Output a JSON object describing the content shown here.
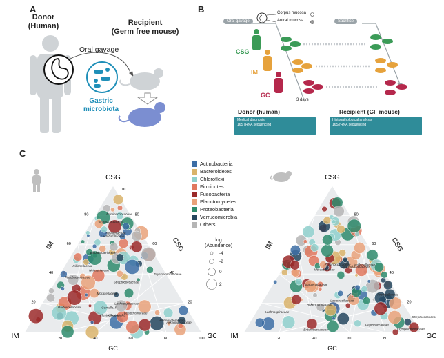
{
  "panelA": {
    "letter": "A",
    "donor": "Donor\n(Human)",
    "recipient": "Recipient\n(Germ free mouse)",
    "oral_gavage": "Oral gavage",
    "gastric": "Gastric\nmicrobiota"
  },
  "panelB": {
    "letter": "B",
    "oral_gavage_pill": "Oral gavage",
    "sacrifice_pill": "Sacrifice",
    "corpus": "Corpus mucosa",
    "antral": "Antral mucosa",
    "csg": "CSG",
    "im": "IM",
    "gc": "GC",
    "days": "3 days",
    "donor_title": "Donor (human)",
    "recipient_title": "Recipient (GF mouse)",
    "donor_box1": "Medical diagnosis",
    "donor_box2": "16S rRNA sequencing",
    "recip_box1": "Histopathological analysis",
    "recip_box2": "16S rRNA sequencing"
  },
  "panelC": {
    "letter": "C",
    "legend": [
      {
        "name": "Actinobacteria",
        "color": "#3d6ea5"
      },
      {
        "name": "Bacteroidetes",
        "color": "#d9b36a"
      },
      {
        "name": "Chloroflexi",
        "color": "#8fd0cc"
      },
      {
        "name": "Firmicutes",
        "color": "#e0785e"
      },
      {
        "name": "Fusobacteria",
        "color": "#9b2a2a"
      },
      {
        "name": "Planctomycetes",
        "color": "#e9a27a"
      },
      {
        "name": "Proteobacteria",
        "color": "#2e8b6c"
      },
      {
        "name": "Verrucomicrobia",
        "color": "#25475e"
      },
      {
        "name": "Others",
        "color": "#b5b5b5"
      }
    ],
    "size_title": "log\n(Abundance)",
    "size_ticks": [
      "-4",
      "-2",
      "0",
      "2"
    ],
    "left": {
      "top": "CSG",
      "bl": "IM",
      "br": "GC",
      "side_left": "IM",
      "side_right": "CSG",
      "bottom": "GC",
      "tick_top": "100",
      "tick_right": [
        "80",
        "60",
        "40",
        "20"
      ],
      "tick_bottom": [
        "20",
        "40",
        "60",
        "80",
        "100"
      ],
      "tick_left": [
        "80",
        "60",
        "40",
        "20"
      ],
      "labels": [
        "Akkermansiaceae",
        "Bifidobacteriaceae",
        "Clostridiales",
        "Erysipelotrichaceae",
        "Lactobacillaceae",
        "Enterococcaceae",
        "Fusobacteriaceae",
        "Lachnospiraceae",
        "Helicobacteraceae",
        "Clostridiaceae",
        "Neisseriaceae",
        "Ruminococcaceae",
        "Pasteurellaceae",
        "Streptococcaceae",
        "Veillonellaceae",
        "Leptotrichiaceae",
        "Moraxellaceae",
        "Gemella_f",
        "Prevotellaceae"
      ]
    },
    "right": {
      "top": "CSG",
      "bl": "IM",
      "br": "GC",
      "side_left": "IM",
      "side_right": "CSG",
      "bottom": "GC",
      "tick_right": [
        "80",
        "60",
        "40",
        "20"
      ],
      "tick_bottom": [
        "20",
        "40",
        "60",
        "80"
      ],
      "labels": [
        "Prevotellaceae",
        "Bacteroidaceae",
        "Akkermansiaceae",
        "Staphylococcaceae",
        "Ruminococcaceae",
        "Moraxellaceae",
        "Erysipelotrichaceae",
        "Lachnospiraceae",
        "Streptococcaceae",
        "Lactobacillaceae",
        "Enterococcaceae",
        "Peptococcaceae",
        "Veillonellaceae"
      ]
    }
  }
}
